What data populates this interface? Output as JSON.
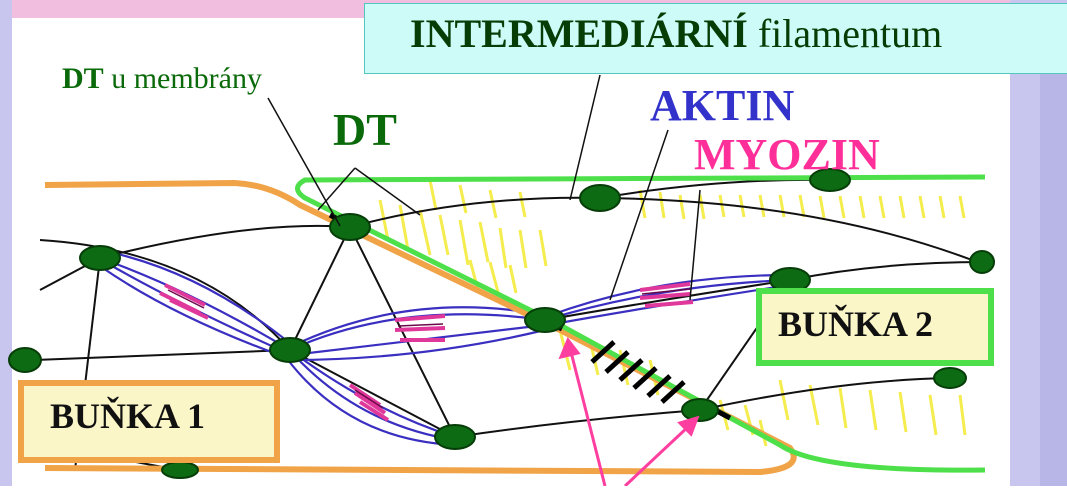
{
  "title": {
    "bold": "INTERMEDIÁRNÍ",
    "rest": " filamentum"
  },
  "labels": {
    "dt_membrane_bold": "DT",
    "dt_membrane_rest": " u membrány",
    "dt": "DT",
    "aktin": "AKTIN",
    "myozin": "MYOZIN",
    "cell1": "BUŇKA 1",
    "cell2": "BUŇKA 2"
  },
  "colors": {
    "background": "#ffffff",
    "side_panel": "#c8c6ee",
    "top_strip": "#f2bedf",
    "title_box": "#cdfbf7",
    "cell1_membrane": "#f0a347",
    "cell2_membrane": "#4ee04a",
    "cytoplasm_hatch": "#f4ea3a",
    "dense_body": "#0d6b14",
    "actin": "#3a2fc0",
    "myosin": "#e0389a",
    "label_green": "#0a6a0a",
    "label_blue": "#3333cc",
    "label_pink": "#ff2f9a",
    "arrow": "#ff3f9f"
  }
}
